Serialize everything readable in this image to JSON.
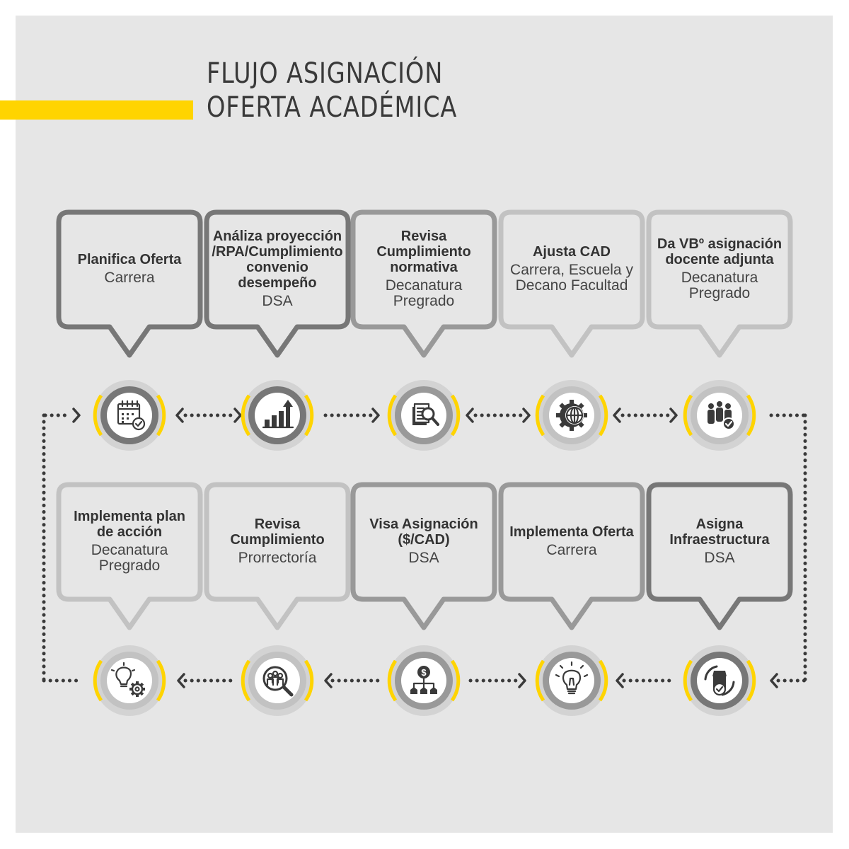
{
  "title": {
    "line1": "FLUJO ASIGNACIÓN",
    "line2": "OFERTA ACADÉMICA"
  },
  "colors": {
    "accent": "#ffd400",
    "background": "#e6e6e6",
    "dark": "#777777",
    "medium": "#999999",
    "light": "#c2c2c2",
    "icon": "#3a3a3a"
  },
  "steps": [
    {
      "title": "Planifica Oferta",
      "subtitle": "Carrera",
      "shade": "dark",
      "icon": "calendar-check-icon"
    },
    {
      "title": "Análiza proyección /RPA/Cumplimiento convenio desempeño",
      "subtitle": "DSA",
      "shade": "dark",
      "icon": "growth-chart-icon"
    },
    {
      "title": "Revisa Cumplimiento normativa",
      "subtitle": "Decanatura Pregrado",
      "shade": "medium",
      "icon": "document-search-icon"
    },
    {
      "title": "Ajusta CAD",
      "subtitle": "Carrera, Escuela y Decano Facultad",
      "shade": "light",
      "icon": "gear-globe-icon"
    },
    {
      "title": "Da VBº asignación docente adjunta",
      "subtitle": "Decanatura Pregrado",
      "shade": "light",
      "icon": "people-check-icon"
    },
    {
      "title": "Asigna Infraestructura",
      "subtitle": "DSA",
      "shade": "dark",
      "icon": "building-cycle-check-icon"
    },
    {
      "title": "Implementa Oferta",
      "subtitle": "Carrera",
      "shade": "medium",
      "icon": "lightbulb-icon"
    },
    {
      "title": "Visa Asignación ($/CAD)",
      "subtitle": "DSA",
      "shade": "medium",
      "icon": "money-hierarchy-icon"
    },
    {
      "title": "Revisa Cumplimiento",
      "subtitle": "Prorrectoría",
      "shade": "light",
      "icon": "people-magnifier-icon"
    },
    {
      "title": "Implementa plan de acción",
      "subtitle": "Decanatura Pregrado",
      "shade": "light",
      "icon": "lightbulb-gear-icon"
    }
  ]
}
